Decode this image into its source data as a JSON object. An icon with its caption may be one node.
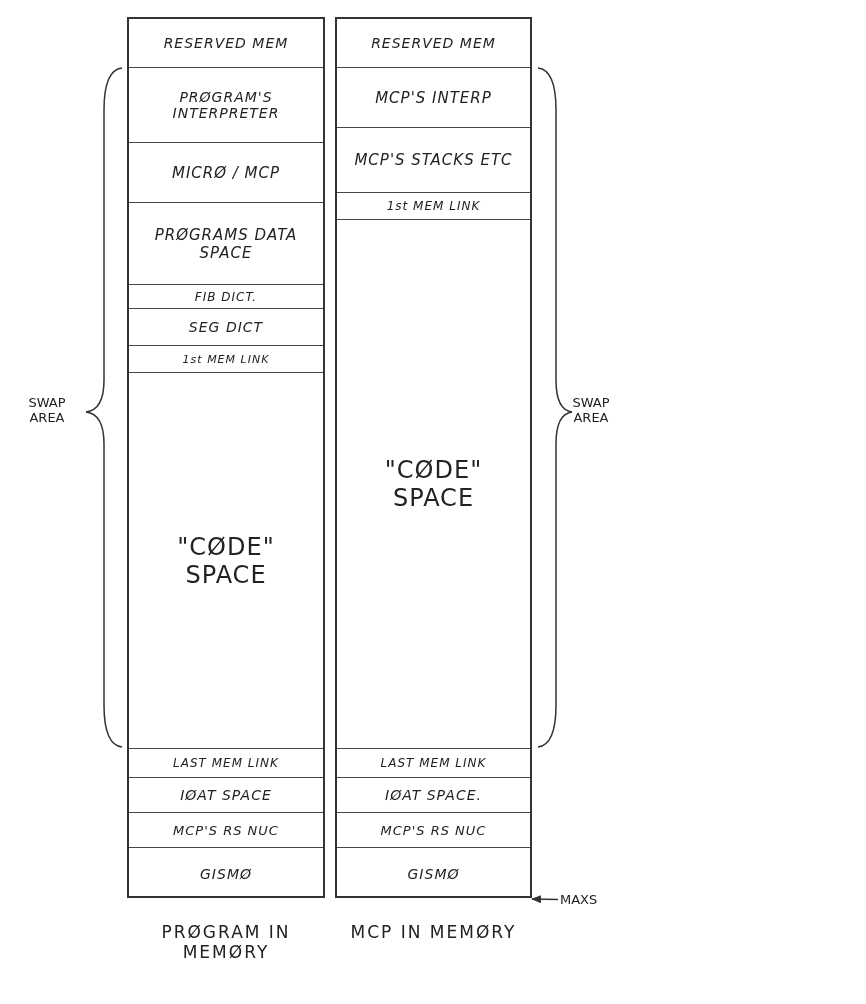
{
  "diagram": {
    "nodes": [
      {
        "text": [
          "PRØGRAM IN MEMØRY"
        ]
      },
      {
        "text": [
          "RESERVED MEM"
        ],
        "in": 0
      },
      {
        "text": [
          "PRØGRAM'S INTERPRETER"
        ],
        "in": 0
      },
      {
        "text": [
          "MICRØ / MCP"
        ],
        "in": 0
      },
      {
        "text": [
          "PRØGRAMS DATA SPACE"
        ],
        "in": 0
      },
      {
        "text": [
          "FIB DICT."
        ],
        "in": 0
      },
      {
        "text": [
          "SEG DICT"
        ],
        "in": 0
      },
      {
        "text": [
          "1st MEM LINK"
        ],
        "in": 0
      },
      {
        "text": [
          "\"CØDE\" SPACE"
        ],
        "in": 0
      },
      {
        "text": [
          "LAST MEM LINK"
        ],
        "in": 0
      },
      {
        "text": [
          "IØAT SPACE"
        ],
        "in": 0
      },
      {
        "text": [
          "MCP'S RS NUC"
        ],
        "in": 0
      },
      {
        "text": [
          "GISMØ"
        ],
        "in": 0
      },
      {
        "text": [
          "MCP IN MEMØRY"
        ]
      },
      {
        "text": [
          "RESERVED MEM"
        ],
        "in": 13
      },
      {
        "text": [
          "MCP'S INTERP"
        ],
        "in": 13
      },
      {
        "text": [
          "MCP'S STACKS ETC"
        ],
        "in": 13
      },
      {
        "text": [
          "1st MEM LINK"
        ],
        "in": 13
      },
      {
        "text": [
          "\"CØDE\" SPACE"
        ],
        "in": 13
      },
      {
        "text": [
          "LAST MEM LINK"
        ],
        "in": 13
      },
      {
        "text": [
          "IØAT SPACE."
        ],
        "in": 13
      },
      {
        "text": [
          "MCP'S RS NUC"
        ],
        "in": 13
      },
      {
        "text": [
          "GISMØ"
        ],
        "in": 13
      },
      {
        "text": [
          "MAXS"
        ]
      }
    ],
    "edges": [
      {
        "from": 23,
        "to": 22,
        "arrow": "to"
      }
    ],
    "labels": [
      "SWAP AREA",
      "SWAP AREA"
    ]
  }
}
